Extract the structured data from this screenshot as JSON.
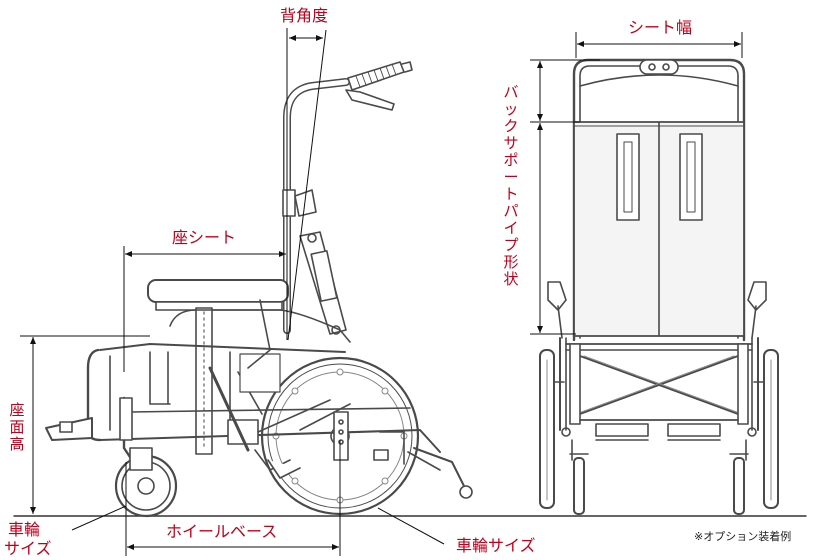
{
  "labels": {
    "back_angle": "背角度",
    "seat_width": "シート幅",
    "backrest_pipe_shape": "バックサポートパイプ形状",
    "seat_depth": "座シート",
    "seat_height": "座面高",
    "caster_size_line1": "車輪",
    "caster_size_line2": "サイズ",
    "wheelbase": "ホイールベース",
    "wheel_size": "車輪サイズ"
  },
  "note": "※オプション装着例",
  "colors": {
    "dimension": "#c0001a",
    "drawing": "#4a4a4a",
    "fill": "#ffffff",
    "panel": "#f4f4f4"
  }
}
